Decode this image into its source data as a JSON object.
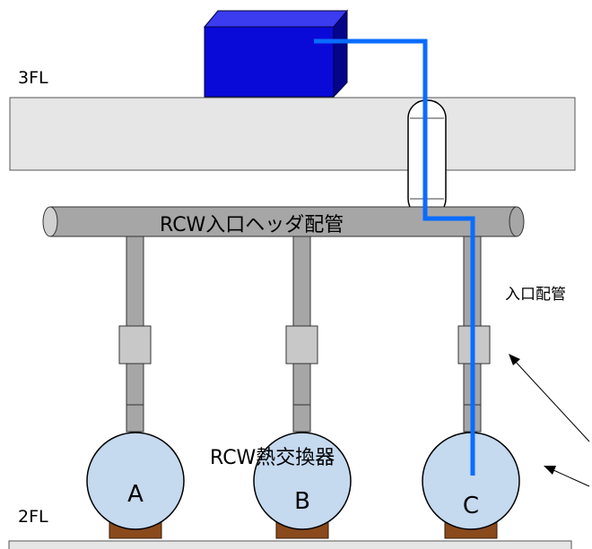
{
  "floors": {
    "upper": "3FL",
    "lower": "2FL"
  },
  "labels": {
    "header_pipe": "RCW入口ヘッダ配管",
    "inlet_pipe": "入口配管",
    "heat_exchanger": "RCW熱交換器"
  },
  "exchangers": [
    {
      "label": "A"
    },
    {
      "label": "B"
    },
    {
      "label": "C"
    }
  ],
  "colors": {
    "flow_line": "#0a6cff",
    "tank": "#0a0ad8",
    "floor_slab": "#e6e6e6",
    "pipe": "#a6a6a6",
    "exchanger_body": "#c5d9ef",
    "support": "#8a4a1c"
  }
}
